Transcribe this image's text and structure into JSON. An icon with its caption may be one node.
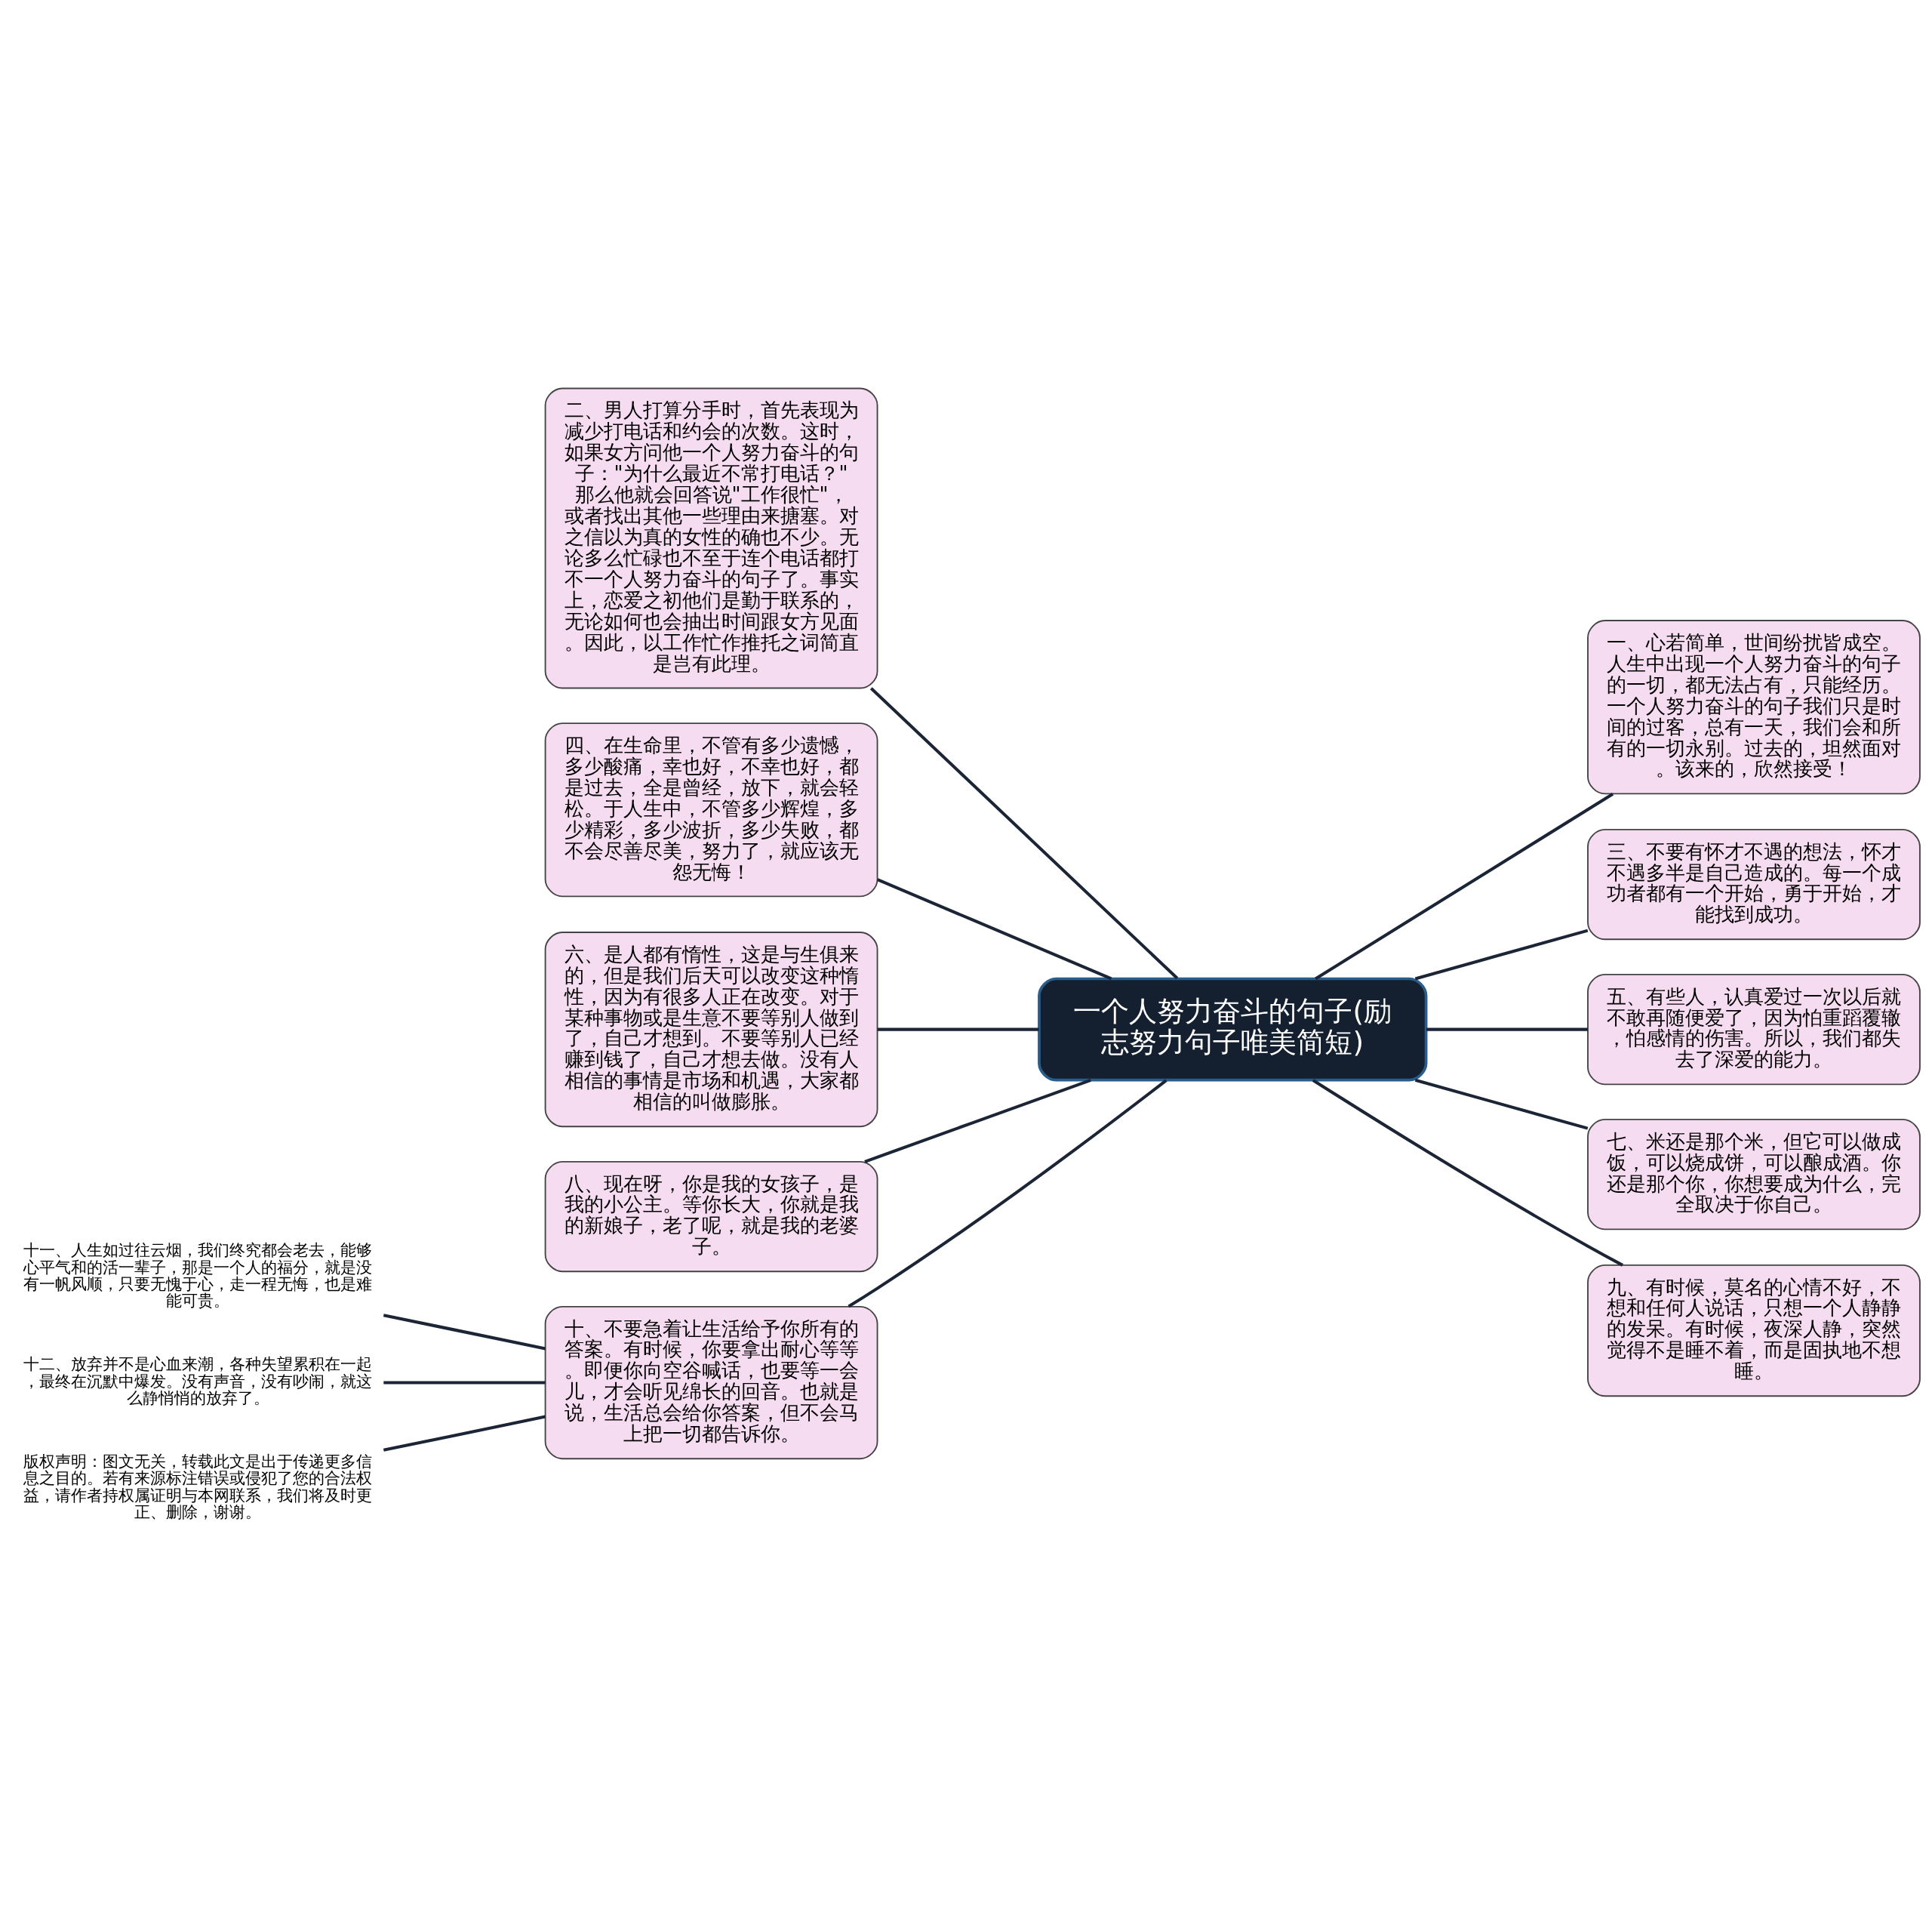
{
  "diagram": {
    "nodes": [
      {
        "text": [
          "一个人努力奋斗的句子(励志努力句子唯美简短)"
        ]
      },
      {
        "text": [
          "一、心若简单，世间纷扰皆成空。人生中出现一个人努力奋斗的句子的一切，都无法占有，只能经历。一个人努力奋斗的句子我们只是时间的过客，总有一天，我们会和所有的一切永别。过去的，坦然面对。该来的，欣然接受！"
        ]
      },
      {
        "text": [
          "二、男人打算分手时，首先表现为减少打电话和约会的次数。这时，如果女方问他一个人努力奋斗的句子：\"为什么最近不常打电话？\"那么他就会回答说\"工作很忙\"，或者找出其他一些理由来搪塞。对之信以为真的女性的确也不少。无论多么忙碌也不至于连个电话都打不一个人努力奋斗的句子了。事实上，恋爱之初他们是勤于联系的，无论如何也会抽出时间跟女方见面。因此，以工作忙作推托之词简直是岂有此理。"
        ]
      },
      {
        "text": [
          "三、不要有怀才不遇的想法，怀才不遇多半是自己造成的。每一个成功者都有一个开始，勇于开始，才能找到成功。"
        ]
      },
      {
        "text": [
          "四、在生命里，不管有多少遗憾，多少酸痛，幸也好，不幸也好，都是过去，全是曾经，放下，就会轻松。于人生中，不管多少辉煌，多少精彩，多少波折，多少失败，都不会尽善尽美，努力了，就应该无怨无悔！"
        ]
      },
      {
        "text": [
          "五、有些人，认真爱过一次以后就不敢再随便爱了，因为怕重蹈覆辙，怕感情的伤害。所以，我们都失去了深爱的能力。"
        ]
      },
      {
        "text": [
          "六、是人都有惰性，这是与生俱来的，但是我们后天可以改变这种惰性，因为有很多人正在改变。对于某种事物或是生意不要等别人做到了，自己才想到。不要等别人已经赚到钱了，自己才想去做。没有人相信的事情是市场和机遇，大家都相信的叫做膨胀。"
        ]
      },
      {
        "text": [
          "七、米还是那个米，但它可以做成饭，可以烧成饼，可以酿成酒。你还是那个你，你想要成为什么，完全取决于你自己。"
        ]
      },
      {
        "text": [
          "八、现在呀，你是我的女孩子，是我的小公主。等你长大，你就是我的新娘子，老了呢，就是我的老婆子。"
        ]
      },
      {
        "text": [
          "九、有时候，莫名的心情不好，不想和任何人说话，只想一个人静静的发呆。有时候，夜深人静，突然觉得不是睡不着，而是固执地不想睡。"
        ]
      },
      {
        "text": [
          "十、不要急着让生活给予你所有的答案。有时候，你要拿出耐心等等。即便你向空谷喊话，也要等一会儿，才会听见绵长的回音。也就是说，生活总会给你答案，但不会马上把一切都告诉你。"
        ]
      },
      {
        "text": [
          "十一、人生如过往云烟，我们终究都会老去，能够心平气和的活一辈子，那是一个人的福分，就是没有一帆风顺，只要无愧于心，走一程无悔，也是难能可贵。"
        ]
      },
      {
        "text": [
          "十二、放弃并不是心血来潮，各种失望累积在一起，最终在沉默中爆发。没有声音，没有吵闹，就这么静悄悄的放弃了。"
        ]
      },
      {
        "text": [
          "版权声明：图文无关，转载此文是出于传递更多信息之目的。若有来源标注错误或侵犯了您的合法权益，请作者持权属证明与本网联系，我们将及时更正、删除，谢谢。"
        ]
      }
    ],
    "edges": [
      {
        "from": 0,
        "to": 1,
        "arrow": "none"
      },
      {
        "from": 0,
        "to": 2,
        "arrow": "none"
      },
      {
        "from": 0,
        "to": 3,
        "arrow": "none"
      },
      {
        "from": 0,
        "to": 4,
        "arrow": "none"
      },
      {
        "from": 0,
        "to": 5,
        "arrow": "none"
      },
      {
        "from": 0,
        "to": 6,
        "arrow": "none"
      },
      {
        "from": 0,
        "to": 7,
        "arrow": "none"
      },
      {
        "from": 0,
        "to": 8,
        "arrow": "none"
      },
      {
        "from": 0,
        "to": 9,
        "arrow": "none"
      },
      {
        "from": 0,
        "to": 10,
        "arrow": "none"
      },
      {
        "from": 10,
        "to": 11,
        "arrow": "none"
      },
      {
        "from": 10,
        "to": 12,
        "arrow": "none"
      },
      {
        "from": 10,
        "to": 13,
        "arrow": "none"
      }
    ]
  }
}
